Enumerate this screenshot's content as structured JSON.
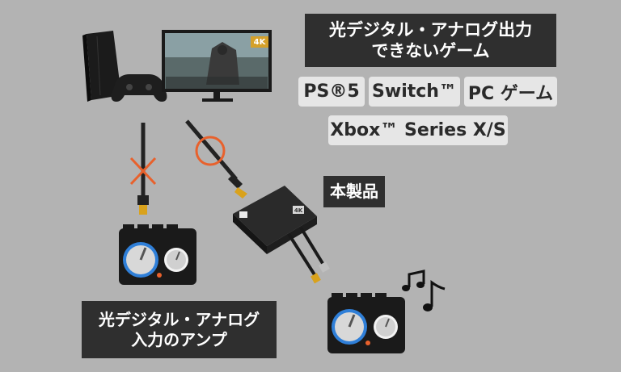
{
  "labels": {
    "no_output_line1": "光デジタル・アナログ出力",
    "no_output_line2": "できないゲーム",
    "product": "本製品",
    "amp_line1": "光デジタル・アナログ",
    "amp_line2": "入力のアンプ",
    "monitor_badge": "4K",
    "device_badge": "4K"
  },
  "platforms": [
    "PS®5",
    "Switch™",
    "PC ゲーム",
    "Xbox™ Series X/S"
  ],
  "marks": {
    "cross": "×",
    "circle": "○"
  },
  "colors": {
    "background": "#b3b3b3",
    "label_bg": "#2f2f2f",
    "pill_bg": "#e6e6e6",
    "accent_orange": "#e8612c",
    "cable_gold": "#d9a21c",
    "amp_blue": "#2f7fd8"
  }
}
